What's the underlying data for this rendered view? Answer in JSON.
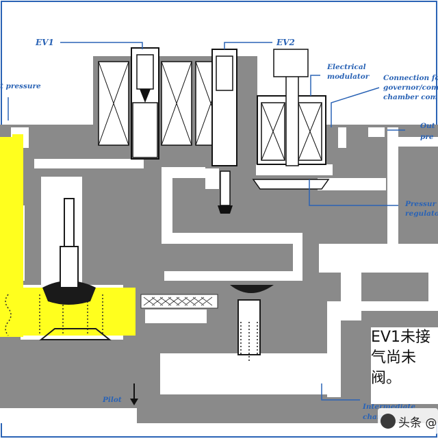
{
  "labels": {
    "ev1": "EV1",
    "ev2": "EV2",
    "inlet": "t pressure",
    "modulator_l1": "Electrical",
    "modulator_l2": "modulator",
    "connection_l1": "Connection fo",
    "connection_l2": "governor/com",
    "connection_l3": "chamber comp",
    "outlet_l1": "Out",
    "outlet_l2": "pre",
    "regulator_l1": "Pressur",
    "regulator_l2": "regulato",
    "pilot": "Pilot",
    "intermediate_l1": "Intermediate",
    "intermediate_l2": "chamb"
  },
  "caption": {
    "line1": "EV1未接",
    "line2": "气尚未",
    "line3": "阀。"
  },
  "watermark": {
    "text": "头条 @"
  },
  "colors": {
    "body": "#8a8a8a",
    "passage": "#ffffff",
    "highlight": "#ffff1e",
    "label": "#2a63b5",
    "frame": "#2a63b5",
    "ink": "#111111"
  }
}
